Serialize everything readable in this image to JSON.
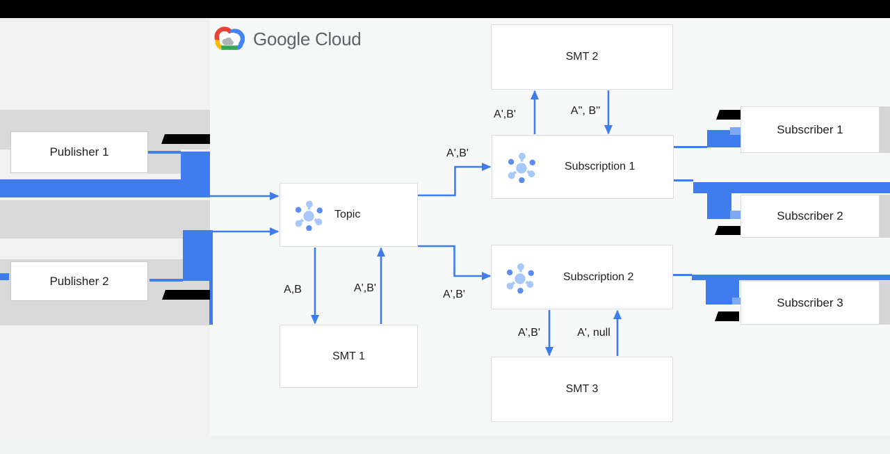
{
  "brand": {
    "logo_text": "Google Cloud"
  },
  "nodes": {
    "publisher1": {
      "label": "Publisher 1"
    },
    "publisher2": {
      "label": "Publisher 2"
    },
    "topic": {
      "label": "Topic"
    },
    "smt1": {
      "label": "SMT 1"
    },
    "smt2": {
      "label": "SMT 2"
    },
    "smt3": {
      "label": "SMT 3"
    },
    "subscription1": {
      "label": "Subscription 1"
    },
    "subscription2": {
      "label": "Subscription 2"
    },
    "subscriber1": {
      "label": "Subscriber 1"
    },
    "subscriber2": {
      "label": "Subscriber 2"
    },
    "subscriber3": {
      "label": "Subscriber 3"
    }
  },
  "edge_labels": {
    "topic_to_sub1": "A',B'",
    "topic_to_sub2": "A',B'",
    "topic_to_smt1": "A,B",
    "smt1_to_topic": "A',B'",
    "sub1_to_smt2": "A',B'",
    "smt2_to_sub1": "A'', B''",
    "sub2_to_smt3": "A',B'",
    "smt3_to_sub2": "A', null"
  },
  "icons": {
    "logo_icon": "google-cloud-logo-icon",
    "topic_icon": "pubsub-topic-icon",
    "subscription_icon": "pubsub-subscription-icon"
  },
  "colors": {
    "arrow_blue": "#3e7cec",
    "overlay_blue": "#3f7ced",
    "band_gray": "#d9d9d9",
    "top_bar": "#000000",
    "logo_text_gray": "#5f6368"
  }
}
